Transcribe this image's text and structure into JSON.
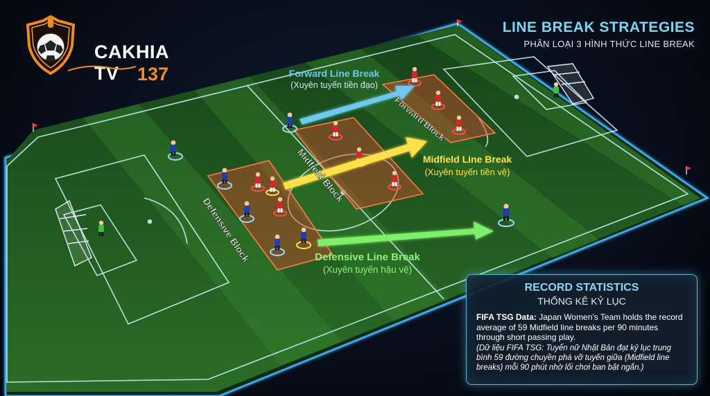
{
  "logo": {
    "name": "CAKHIA TV",
    "number": "137"
  },
  "header": {
    "title": "LINE BREAK STRATEGIES",
    "subtitle": "PHÂN LOẠI 3 HÌNH THỨC LINE BREAK"
  },
  "blocks": {
    "defensive": "Defensive Block",
    "midfield": "Midfield Block",
    "forward": "Forward Block"
  },
  "line_breaks": {
    "forward": {
      "label": "Forward Line Break",
      "sublabel": "(Xuyên tuyến tiền đạo)",
      "color": "#6fc8f0"
    },
    "midfield": {
      "label": "Midfield Line Break",
      "sublabel": "(Xuyên tuyến tiền vệ)",
      "color": "#ffe24a"
    },
    "defensive": {
      "label": "Defensive Line Break",
      "sublabel": "(Xuyên tuyến hậu vệ)",
      "color": "#7ef06a"
    }
  },
  "stats": {
    "title": "RECORD STATISTICS",
    "subtitle": "THỐNG KÊ KỶ LỤC",
    "lead": "FIFA TSG Data:",
    "text_en": "Japan Women's Team holds the record average of 59 Midfield line breaks per 90 minutes through short passing play.",
    "text_vi": "(Dữ liệu FIFA TSG: Tuyển nữ Nhật Bản đạt kỷ lục trung bình 59 đường chuyền phá vỡ tuyến giữa (Midfield line breaks) mỗi 90 phút nhờ lối chơi ban bật ngắn.)"
  },
  "colors": {
    "pitch": "#1f5a1e",
    "pitch_stripe": "#2a6b26",
    "line": "#9fe4ff",
    "block_fill": "#d44a2a",
    "red_team": "#d7262b",
    "blue_team": "#1f3fb0",
    "accent_orange": "#f08a24"
  }
}
